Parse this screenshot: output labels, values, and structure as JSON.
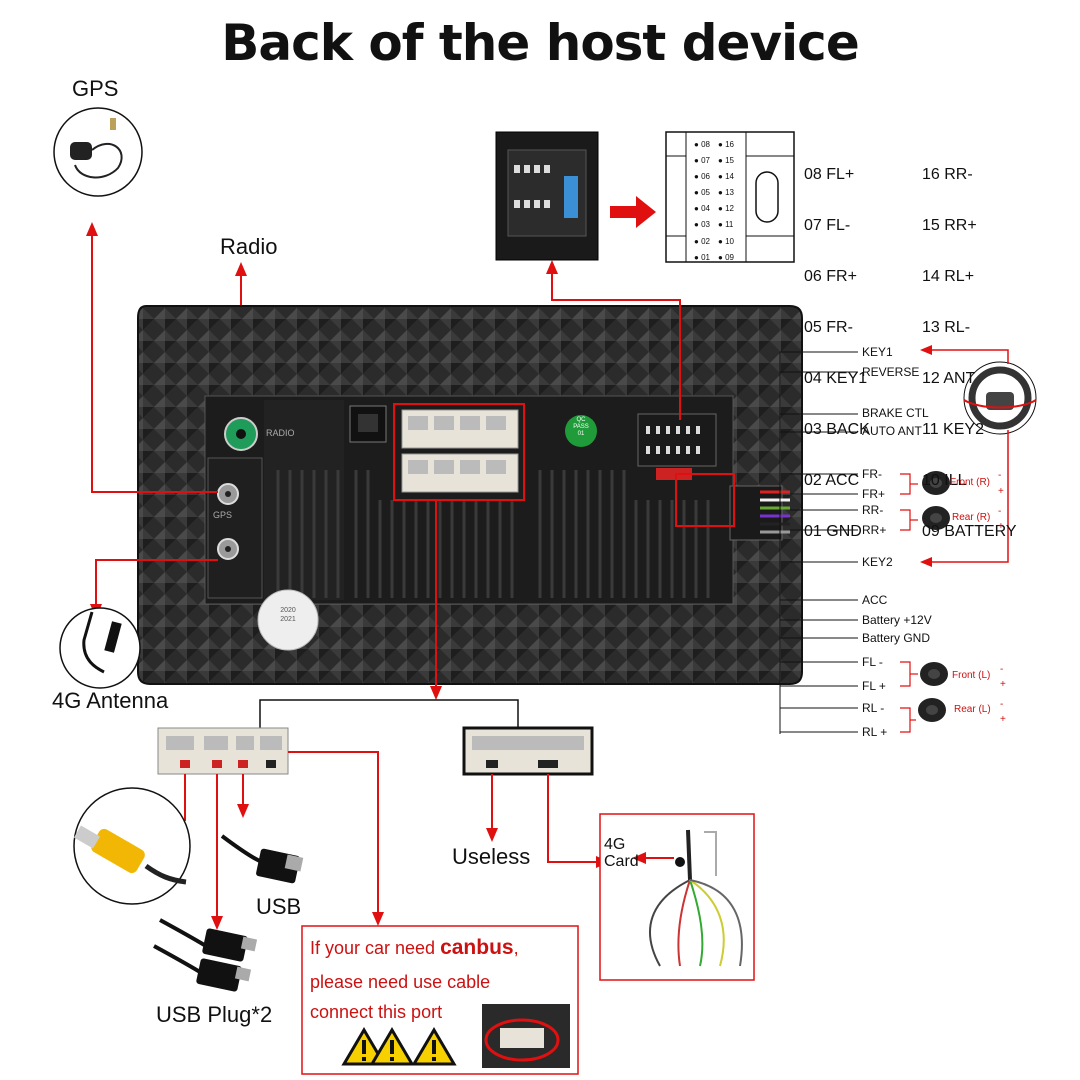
{
  "title": "Back of the host device",
  "labels": {
    "gps": "GPS",
    "radio": "Radio",
    "antenna4g": "4G Antenna",
    "usb": "USB",
    "usb_plug": "USB Plug*2",
    "useless": "Useless",
    "card4g": "4G\nCard",
    "gps_port": "GPS",
    "radio_port": "RADIO",
    "qc": "QC\nPASS\n01",
    "sticker": "2020\n2021"
  },
  "connector_pins": {
    "left_column": [
      "08 FL+",
      "07 FL-",
      "06 FR+",
      "05 FR-",
      "04 KEY1",
      "03 BACK",
      "02 ACC",
      "01 GND"
    ],
    "right_column": [
      "16 RR-",
      "15 RR+",
      "14 RL+",
      "13 RL-",
      "12 ANT",
      "11 KEY2",
      "10 ILL",
      "09 BATTERY"
    ],
    "left_numbers": [
      "08",
      "07",
      "06",
      "05",
      "04",
      "03",
      "02",
      "01"
    ],
    "right_numbers": [
      "16",
      "15",
      "14",
      "13",
      "12",
      "11",
      "10",
      "09"
    ]
  },
  "harness_wires": [
    "KEY1",
    "REVERSE",
    "BRAKE CTL",
    "AUTO ANT",
    "FR-",
    "FR+",
    "RR-",
    "RR+",
    "KEY2",
    "ACC",
    "Battery +12V",
    "Battery GND",
    "FL -",
    "FL +",
    "RL -",
    "RL +"
  ],
  "speakers": {
    "front_r": "Front (R)",
    "rear_r": "Rear (R)",
    "front_l": "Front (L)",
    "rear_l": "Rear (L)",
    "minus": "-",
    "plus": "+"
  },
  "canbus_note": {
    "line1_prefix": "If your car need ",
    "line1_bold": "canbus",
    "line1_suffix": ",",
    "line2": "please need use cable",
    "line3": "connect this port"
  },
  "colors": {
    "arrow_red": "#e01010",
    "chassis": "#2a2a2a",
    "note_red": "#cc1111"
  }
}
